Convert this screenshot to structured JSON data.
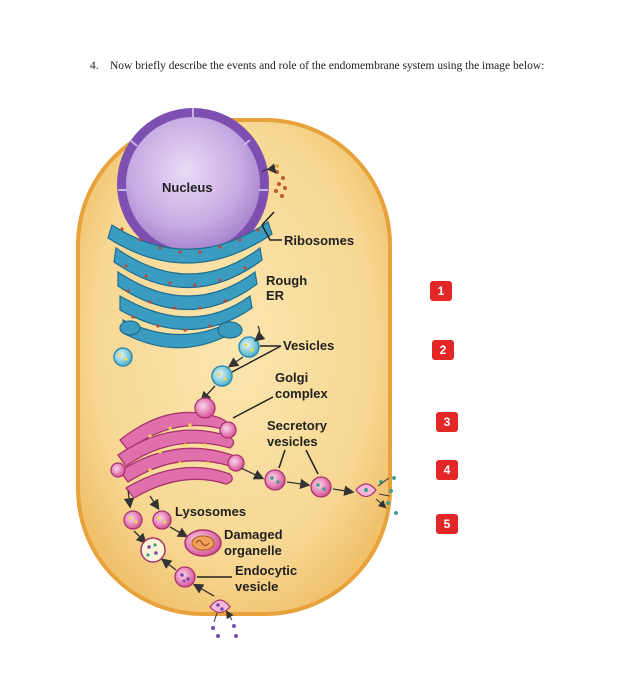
{
  "question": {
    "number": "4.",
    "text": "Now briefly describe the events and role of the endomembrane system using the image below:"
  },
  "labels": {
    "nucleus": "Nucleus",
    "ribosomes": "Ribosomes",
    "rough_er_1": "Rough",
    "rough_er_2": "ER",
    "vesicles": "Vesicles",
    "golgi_1": "Golgi",
    "golgi_2": "complex",
    "secretory_1": "Secretory",
    "secretory_2": "vesicles",
    "lysosomes": "Lysosomes",
    "damaged_1": "Damaged",
    "damaged_2": "organelle",
    "endocytic_1": "Endocytic",
    "endocytic_2": "vesicle"
  },
  "badges": [
    "1",
    "2",
    "3",
    "4",
    "5"
  ],
  "colors": {
    "cytoplasm": "#f7d792",
    "cell_membrane": "#e8a23c",
    "nucleus": "#b08fd0",
    "rough_er": "#2b8fb5",
    "golgi": "#d8559a",
    "badge": "#e32626"
  }
}
